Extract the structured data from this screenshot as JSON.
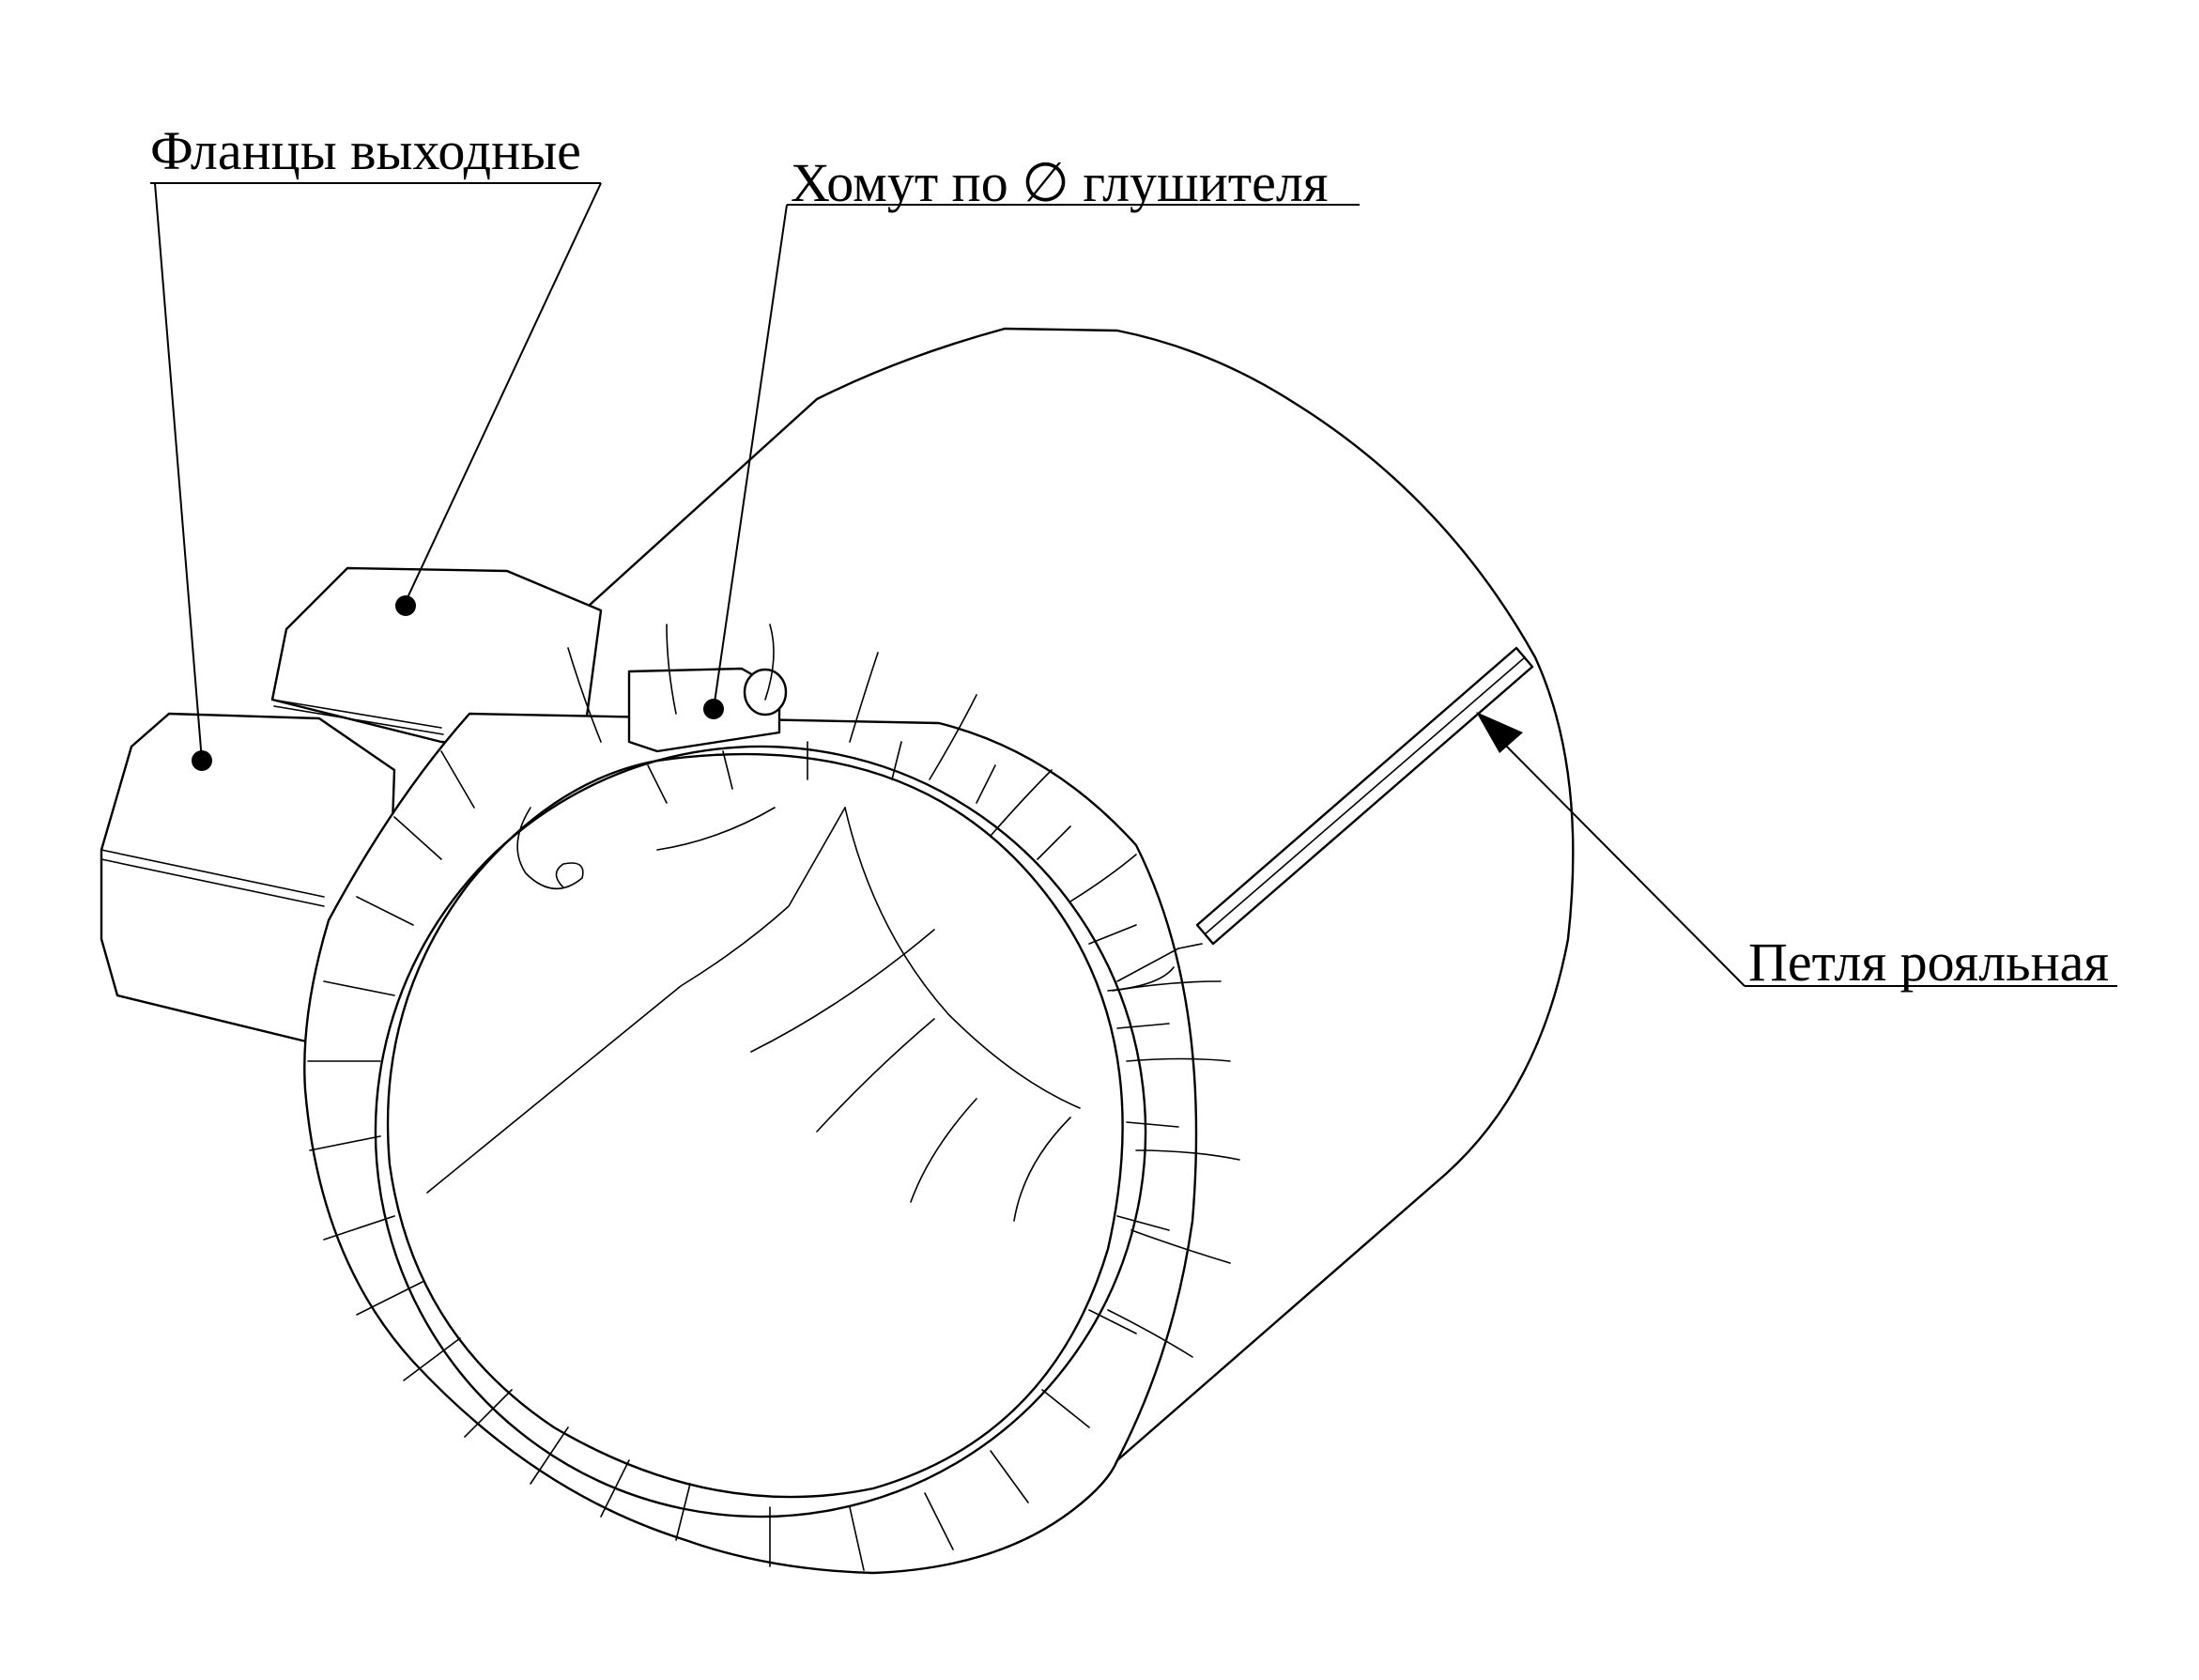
{
  "callouts": {
    "flanges": "Фланцы выходные",
    "clamp": "Хомут по ∅ глушителя",
    "hinge": "Петля рояльная"
  }
}
